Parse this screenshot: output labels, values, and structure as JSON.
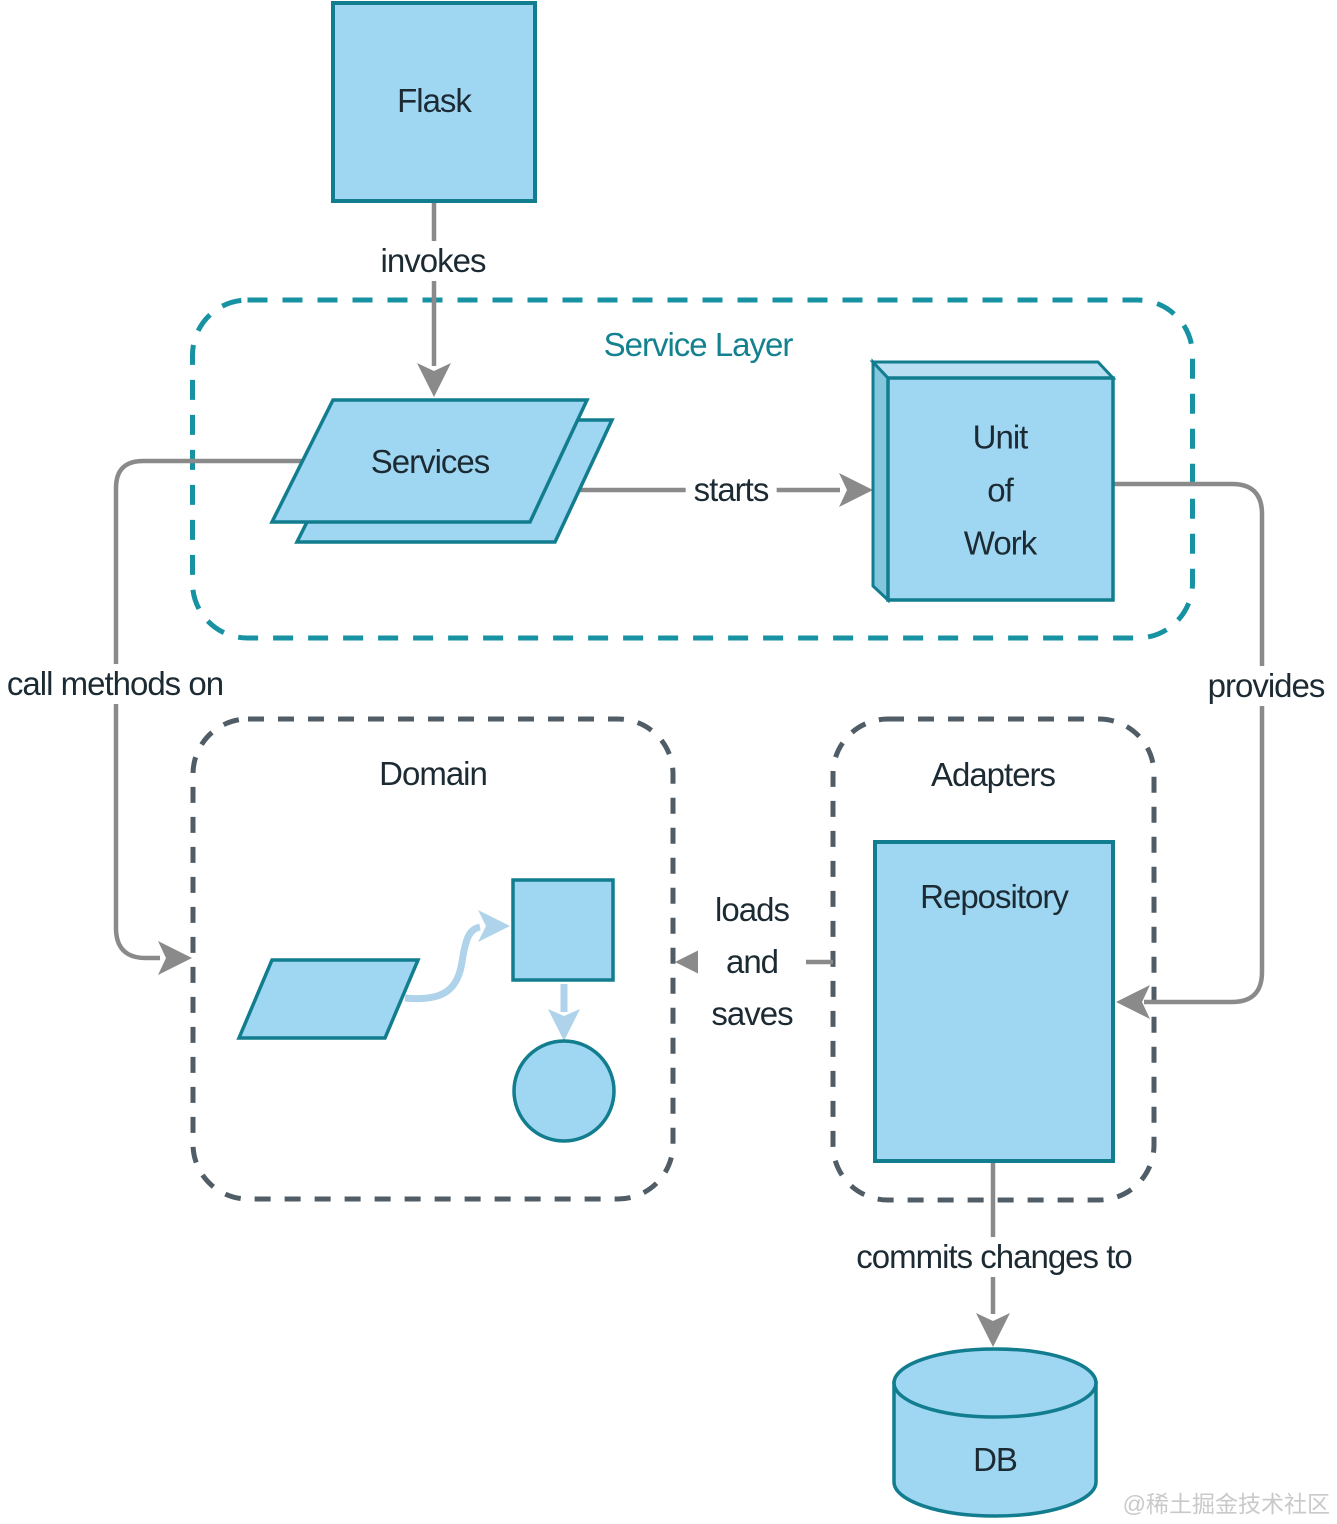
{
  "regions": {
    "service_layer": {
      "label": "Service Layer"
    },
    "domain": {
      "label": "Domain"
    },
    "adapters": {
      "label": "Adapters"
    }
  },
  "nodes": {
    "flask": {
      "label": "Flask"
    },
    "services": {
      "label": "Services"
    },
    "unit_of_work": {
      "label": "Unit\nof\nWork"
    },
    "repository": {
      "label": "Repository"
    },
    "db": {
      "label": "DB"
    }
  },
  "edges": {
    "invokes": {
      "label": "invokes"
    },
    "starts": {
      "label": "starts"
    },
    "call_methods_on": {
      "label": "call methods on"
    },
    "provides": {
      "label": "provides"
    },
    "loads_and_saves": {
      "label": "loads and saves"
    },
    "commits_changes_to": {
      "label": "commits changes to"
    }
  },
  "watermark": {
    "label": "@稀土掘金技术社区"
  },
  "colors": {
    "shape_fill": "#9fd6f2",
    "shape_border": "#117d8e",
    "uow_side_fill": "#85c6df",
    "uow_top_fill": "#b9e0f2",
    "service_layer_dash": "#1792a2",
    "region_dash": "#505d66",
    "connector_gray": "#8a8a8a",
    "text_dark": "#1c2b33",
    "service_layer_text": "#13818f",
    "domain_arrow_blue": "#aed3ea",
    "watermark_gray": "#c9c9c9"
  }
}
